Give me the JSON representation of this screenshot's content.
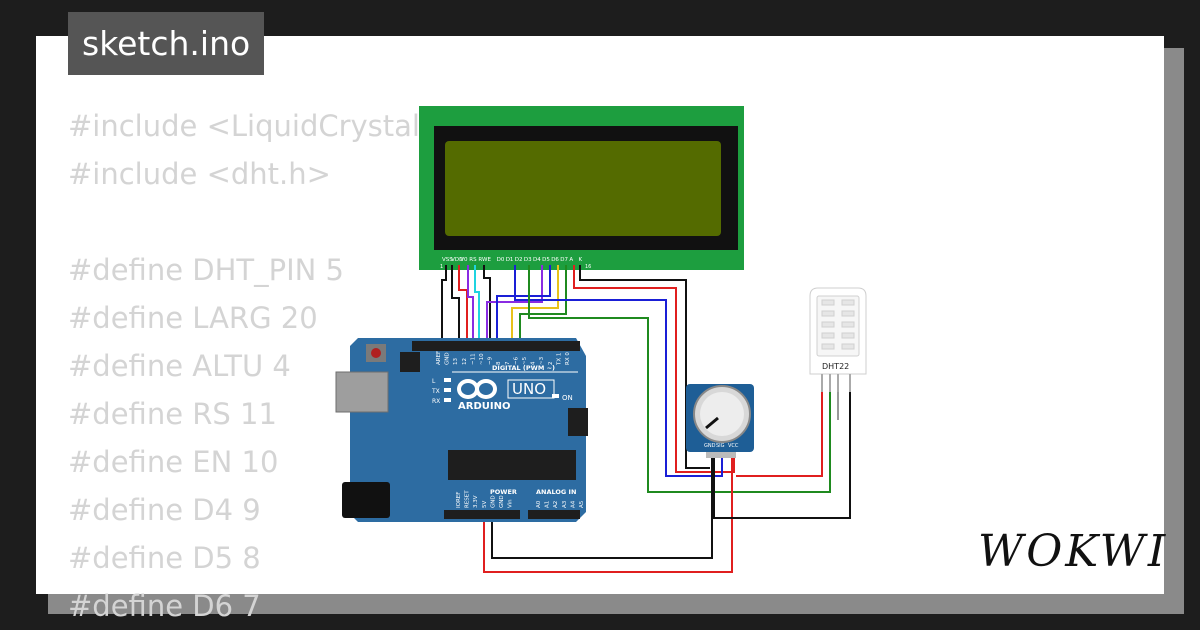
{
  "title": "sketch.ino",
  "brand": "WOKWI",
  "code_lines": [
    "#include <LiquidCrystal",
    "#include <dht.h>",
    "",
    "#define DHT_PIN 5",
    "#define LARG 20",
    "#define ALTU 4",
    "#define RS 11",
    "#define EN 10",
    "#define D4 9",
    "#define D5 8",
    "#define D6 7"
  ],
  "lcd": {
    "pin_labels": [
      "VSS",
      "VDD",
      "V0",
      "RS",
      "RW",
      "E",
      "D0",
      "D1",
      "D2",
      "D3",
      "D4",
      "D5",
      "D6",
      "D7",
      "A",
      "K"
    ],
    "pin_first": "1",
    "pin_last": "16",
    "colors": {
      "board": "#1d9e3f",
      "bezel": "#111111",
      "screen": "#546b00"
    }
  },
  "arduino": {
    "logo_text": "ARDUINO",
    "model": "UNO",
    "digital_label": "DIGITAL (PWM ~)",
    "power_label": "POWER",
    "analog_label": "ANALOG IN",
    "on_label": "ON",
    "led_labels": [
      "L",
      "TX",
      "RX"
    ],
    "top_header_labels": [
      "AREF",
      "GND",
      "13",
      "12",
      "~11",
      "~10",
      "~9",
      "8",
      "7",
      "~6",
      "~5",
      "4",
      "~3",
      "2",
      "TX 1",
      "RX 0"
    ],
    "power_pin_labels": [
      "IOREF",
      "RESET",
      "3.3V",
      "5V",
      "GND",
      "GND",
      "Vin"
    ],
    "analog_pin_labels": [
      "A0",
      "A1",
      "A2",
      "A3",
      "A4",
      "A5"
    ],
    "color": "#2d6ca2"
  },
  "potentiometer": {
    "pin_labels": [
      "GND",
      "SIG",
      "VCC"
    ]
  },
  "dht22": {
    "label": "DHT22"
  },
  "wire_colors": {
    "black": "#111111",
    "red": "#e01f1f",
    "blue": "#1a1fd6",
    "green": "#1f8a1f",
    "purple": "#8a2be2",
    "cyan": "#1fd4e0",
    "yellow": "#e8c21a",
    "gray": "#999999"
  }
}
